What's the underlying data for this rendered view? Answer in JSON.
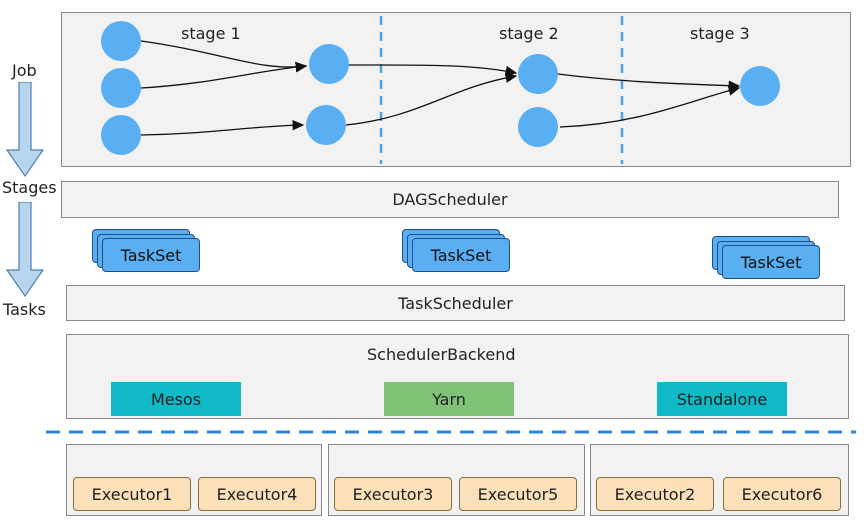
{
  "colors": {
    "node": "#5aaef2",
    "stage_divider": "#4aa3e6",
    "taskset": "#5aaef2",
    "mesos": "#10b9c6",
    "yarn": "#80c378",
    "standalone": "#10b9c6",
    "executor": "#fbe0b9",
    "dashed_separator": "#2f86d6"
  },
  "side_labels": {
    "job": "Job",
    "stages": "Stages",
    "tasks": "Tasks"
  },
  "job_dag": {
    "stages": [
      {
        "label": "stage 1"
      },
      {
        "label": "stage 2"
      },
      {
        "label": "stage 3"
      }
    ],
    "node_icon": "circle-node",
    "arrow_icon": "arrow-right-icon"
  },
  "dag_scheduler": {
    "label": "DAGScheduler"
  },
  "tasksets": [
    {
      "label": "TaskSet"
    },
    {
      "label": "TaskSet"
    },
    {
      "label": "TaskSet"
    }
  ],
  "task_scheduler": {
    "label": "TaskScheduler"
  },
  "scheduler_backend": {
    "label": "SchedulerBackend",
    "backends": [
      {
        "label": "Mesos"
      },
      {
        "label": "Yarn"
      },
      {
        "label": "Standalone"
      }
    ]
  },
  "executor_groups": [
    {
      "executors": [
        {
          "label": "Executor1"
        },
        {
          "label": "Executor4"
        }
      ]
    },
    {
      "executors": [
        {
          "label": "Executor3"
        },
        {
          "label": "Executor5"
        }
      ]
    },
    {
      "executors": [
        {
          "label": "Executor2"
        },
        {
          "label": "Executor6"
        }
      ]
    }
  ]
}
